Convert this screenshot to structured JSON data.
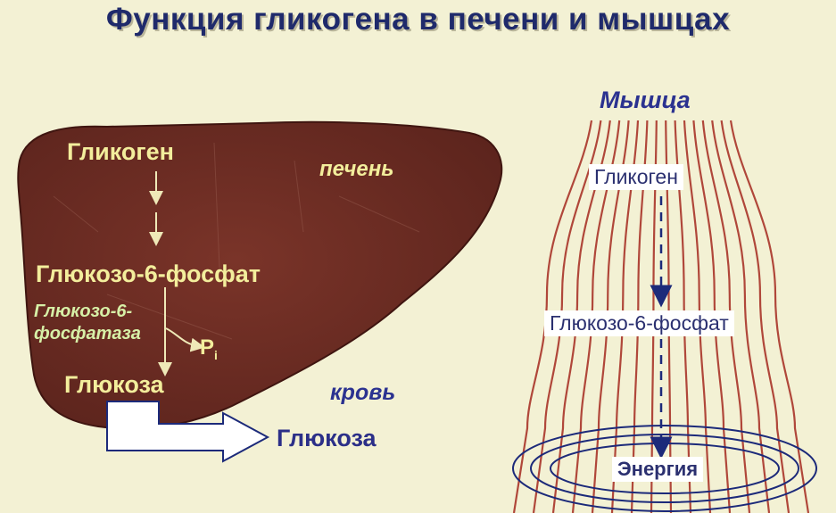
{
  "title": "Функция гликогена в печени и мышцах",
  "liver": {
    "organ_label": "печень",
    "glycogen": "Гликоген",
    "g6p": "Глюкозо-6-фосфат",
    "enzyme_line1": "Глюкозо-6-",
    "enzyme_line2": "фосфатаза",
    "pi_letter": "P",
    "pi_sub": "i",
    "glucose": "Глюкоза"
  },
  "blood": {
    "label": "кровь",
    "glucose": "Глюкоза"
  },
  "muscle": {
    "label": "Мышца",
    "glycogen": "Гликоген",
    "g6p": "Глюкозо-6-фосфат",
    "energy": "Энергия"
  },
  "colors": {
    "background": "#f3f1d4",
    "liver": "#6b2a22",
    "liver_text": "#f3ee9c",
    "enzyme_text": "#d7f0a7",
    "muscle_fiber": "#b0473a",
    "title": "#1f2a6b",
    "arrow_blue": "#1c2a7a"
  },
  "icons": [
    "liver-shape",
    "muscle-fibers",
    "energy-rings"
  ]
}
